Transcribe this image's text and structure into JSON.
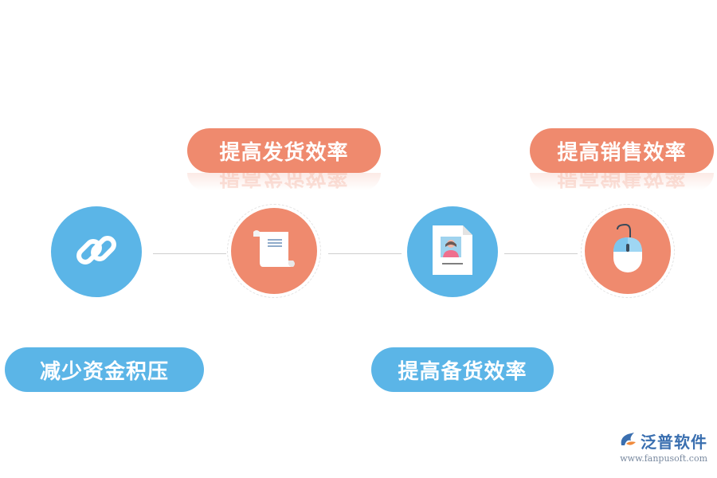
{
  "nodes": [
    {
      "label": "减少资金积压",
      "color": "#5bb5e7",
      "icon": "link-chain-icon"
    },
    {
      "label": "提高发货效率",
      "color": "#ef8a6e",
      "icon": "scroll-document-icon"
    },
    {
      "label": "提高备货效率",
      "color": "#5bb5e7",
      "icon": "id-card-profile-icon"
    },
    {
      "label": "提高销售效率",
      "color": "#ef8a6e",
      "icon": "computer-mouse-icon"
    }
  ],
  "brand": {
    "name": "泛普软件",
    "url": "www.fanpusoft.com",
    "icon": "fanpu-logo-icon"
  }
}
